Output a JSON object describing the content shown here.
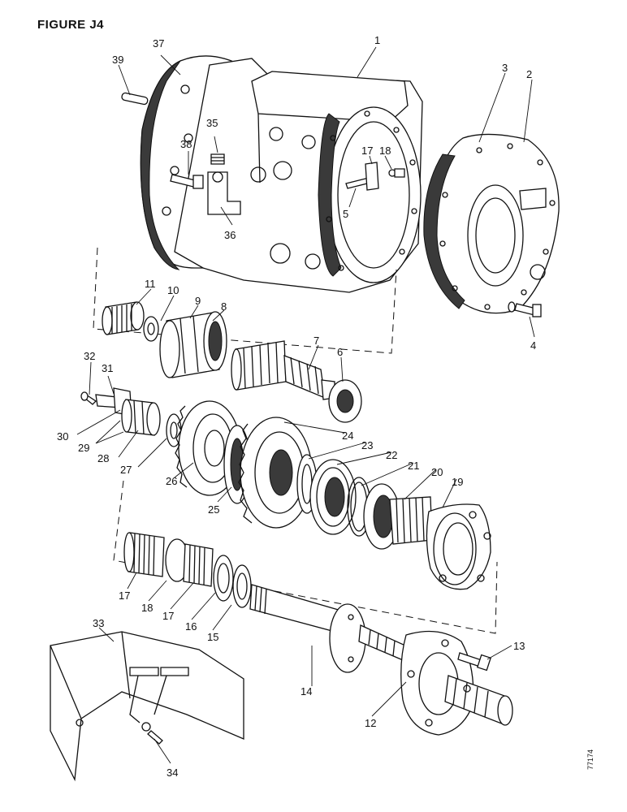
{
  "figure_title": "FIGURE  J4",
  "ref_code": "77174",
  "callouts": {
    "c1": "1",
    "c2": "2",
    "c3": "3",
    "c4": "4",
    "c5": "5",
    "c6": "6",
    "c7": "7",
    "c8": "8",
    "c9": "9",
    "c10": "10",
    "c11": "11",
    "c12": "12",
    "c13": "13",
    "c14": "14",
    "c15": "15",
    "c16": "16",
    "c17a": "17",
    "c17b": "17",
    "c17c": "17",
    "c18a": "18",
    "c18b": "18",
    "c19": "19",
    "c20": "20",
    "c21": "21",
    "c22": "22",
    "c23": "23",
    "c24": "24",
    "c25": "25",
    "c26": "26",
    "c27": "27",
    "c28": "28",
    "c29": "29",
    "c30": "30",
    "c31": "31",
    "c32": "32",
    "c33": "33",
    "c34": "34",
    "c35": "35",
    "c36": "36",
    "c37": "37",
    "c38": "38",
    "c39": "39"
  }
}
